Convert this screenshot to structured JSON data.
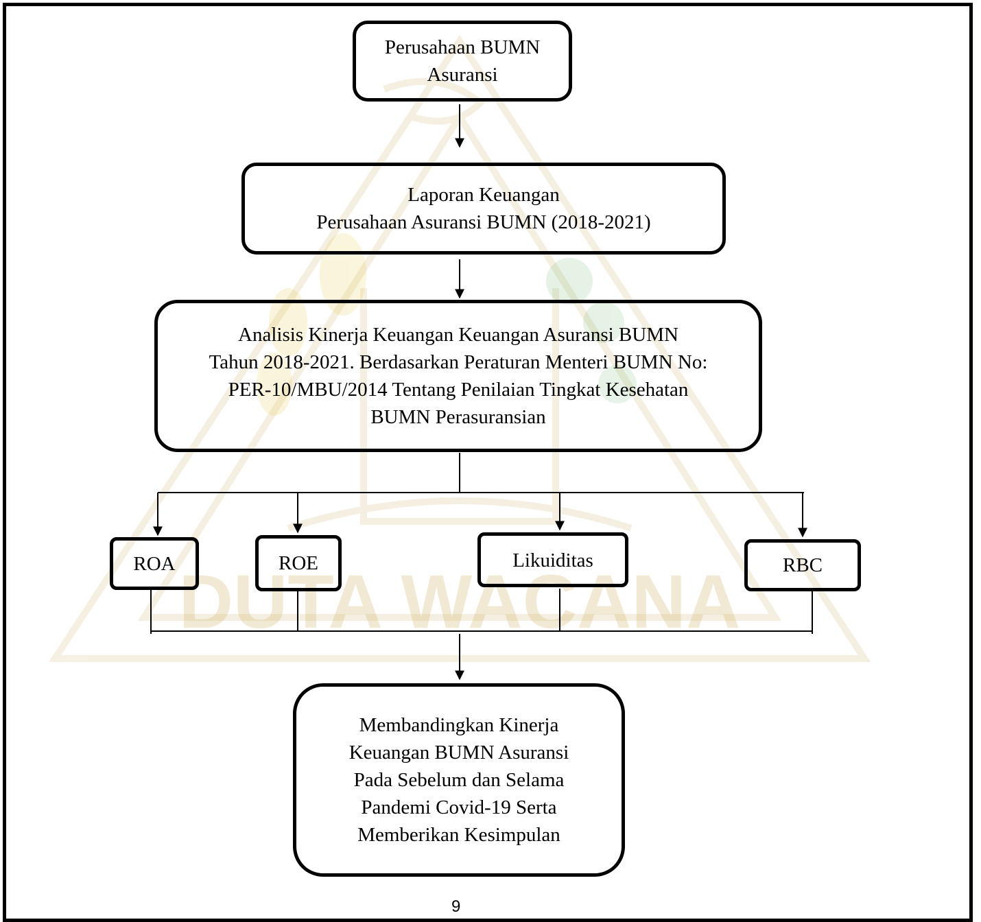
{
  "diagram": {
    "nodes": {
      "company": {
        "lines": [
          "Perusahaan BUMN",
          "Asuransi"
        ]
      },
      "report": {
        "lines": [
          "Laporan Keuangan",
          "Perusahaan Asuransi BUMN (2018-2021)"
        ]
      },
      "analysis": {
        "lines": [
          "Analisis Kinerja Keuangan Keuangan Asuransi BUMN",
          "Tahun 2018-2021. Berdasarkan Peraturan Menteri BUMN No:",
          "PER-10/MBU/2014 Tentang Penilaian Tingkat Kesehatan",
          "BUMN Perasuransian"
        ]
      },
      "roa": {
        "label": "ROA"
      },
      "roe": {
        "label": "ROE"
      },
      "likuiditas": {
        "label": "Likuiditas"
      },
      "rbc": {
        "label": "RBC"
      },
      "conclusion": {
        "lines": [
          "Membandingkan Kinerja",
          "Keuangan BUMN Asuransi",
          "Pada Sebelum dan Selama",
          "Pandemi Covid-19 Serta",
          "Memberikan Kesimpulan"
        ]
      }
    },
    "edges": [
      [
        "company",
        "report"
      ],
      [
        "report",
        "analysis"
      ],
      [
        "analysis",
        "roa"
      ],
      [
        "analysis",
        "roe"
      ],
      [
        "analysis",
        "likuiditas"
      ],
      [
        "analysis",
        "rbc"
      ],
      [
        "roa",
        "conclusion"
      ],
      [
        "roe",
        "conclusion"
      ],
      [
        "likuiditas",
        "conclusion"
      ],
      [
        "rbc",
        "conclusion"
      ]
    ]
  },
  "watermark": {
    "text": "DUTA WACANA"
  },
  "page": {
    "number": "9"
  }
}
